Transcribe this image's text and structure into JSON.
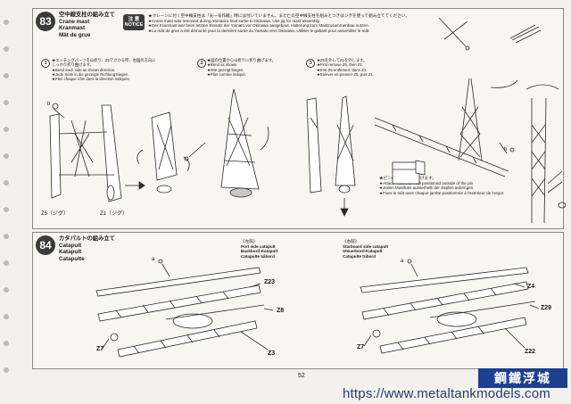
{
  "steps": {
    "s83": {
      "number": "83",
      "title_jp": "空中線支柱の組み立て",
      "title_lines": [
        "Crane mast",
        "Kranmast",
        "Mât de grue"
      ],
      "notice": {
        "badge_jp": "注 意",
        "badge_en": "NOTICE",
        "lines": [
          "★クレーンに付く空中線支柱は「天一号作戦」時には付いていません。また亡の空中線支柱を組みとつきはジグを使って組み立ててください。",
          "★Crane mast was removed during Yamato's final sortie to Okinawa. Use jig for mast assembly.",
          "★Der Kranmast war beim letzten Einsatz der Yamato vor Okinawa ausgebaut. Halterung zum Mastzusammenbau nutzen.",
          "★Le mât de grue a été démonté pour la dernière sortie du Yamato vers Okinawa. Utiliser le gabarit pour assembler le mât."
        ]
      },
      "substeps": [
        {
          "num": "1",
          "lines": [
            "★エッチングパーツを山折り、Z5でさかる所、右図の方向に",
            "しっかり折り曲げます。",
            "★Bend each side as shown direction.",
            "★Jede Seite in die gezeigte Richtung biegen.",
            "★Plier chaque côté dans la direction indiquée."
          ]
        },
        {
          "num": "2",
          "lines": [
            "★図の位置から山折りに折り曲げます。",
            "★Bend as shown.",
            "★Wie gezeigt biegen.",
            "★Plier comme indiqué."
          ]
        },
        {
          "num": "3",
          "lines": [
            "★Z5を外してZ1を外します。",
            "★First remove Z5, then Z1.",
            "★Erst Z5 entfernen, dann Z1.",
            "★Enlever en premier Z5, puis Z1."
          ]
        }
      ],
      "labels": {
        "z5": "Z5（ジグ）",
        "z1": "Z1（ジグ）",
        "b": "b"
      },
      "caption": [
        "★ピンの外側に取り付けます。",
        "★Attach mast with foot positioned outside of the pin.",
        "★Jeden Mastfuss ausserhalb der Zapfen anbringen.",
        "★Fixer le mât avec chaque jambe positionnée à l'extérieur de l'ergot."
      ]
    },
    "s84": {
      "number": "84",
      "title_jp": "カタパルトの組み立て",
      "title_lines": [
        "Catapult",
        "Katapult",
        "Catapulte"
      ],
      "port": {
        "jp": "《左舷》",
        "lines": [
          "Port side catapult",
          "Backbord-Katapult",
          "Catapulte bâbord"
        ]
      },
      "starboard": {
        "jp": "《右舷》",
        "lines": [
          "Starboard side catapult",
          "Steuerbord-Katapult",
          "Catapulte tribord"
        ]
      },
      "labels": {
        "a": "a",
        "z23": "Z23",
        "z8": "Z8",
        "z7": "Z7",
        "z3": "Z3",
        "z4": "Z4",
        "z29": "Z29",
        "z22": "Z22"
      }
    }
  },
  "page_number": "52",
  "watermark_url": "https://www.metaltankmodels.com",
  "watermark_logo": "鋼鐵浮城"
}
